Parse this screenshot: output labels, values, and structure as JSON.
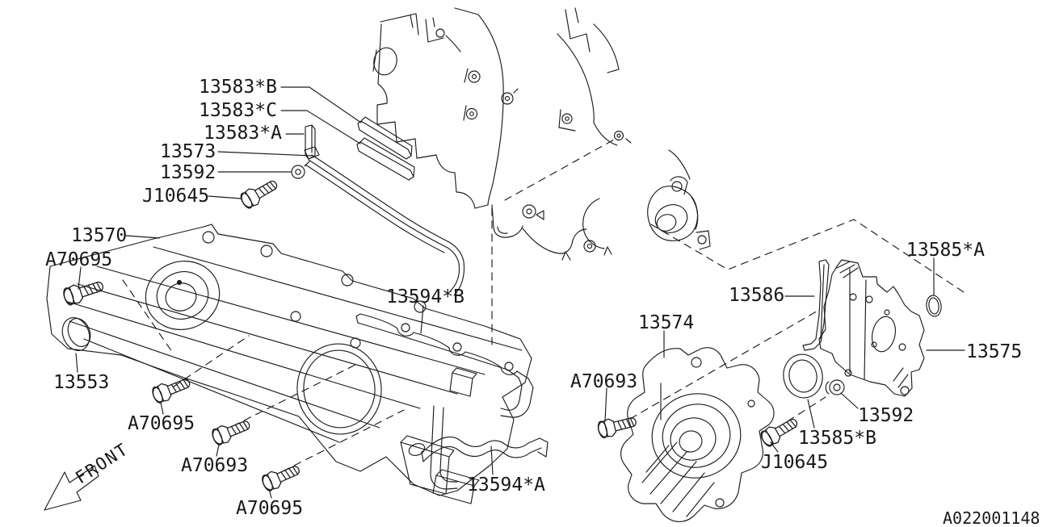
{
  "diagram": {
    "title": "Timing belt cover exploded parts diagram",
    "code": "A022001148",
    "front_label": "FRONT",
    "labels": [
      {
        "id": "13583B",
        "text": "13583*B"
      },
      {
        "id": "13583C",
        "text": "13583*C"
      },
      {
        "id": "13583A",
        "text": "13583*A"
      },
      {
        "id": "13573",
        "text": "13573"
      },
      {
        "id": "13592-1",
        "text": "13592"
      },
      {
        "id": "J10645-1",
        "text": "J10645"
      },
      {
        "id": "13570",
        "text": "13570"
      },
      {
        "id": "A70695-1",
        "text": "A70695"
      },
      {
        "id": "13553",
        "text": "13553"
      },
      {
        "id": "A70695-2",
        "text": "A70695"
      },
      {
        "id": "A70693-1",
        "text": "A70693"
      },
      {
        "id": "A70695-3",
        "text": "A70695"
      },
      {
        "id": "13594B",
        "text": "13594*B"
      },
      {
        "id": "13594A",
        "text": "13594*A"
      },
      {
        "id": "13574",
        "text": "13574"
      },
      {
        "id": "A70693-2",
        "text": "A70693"
      },
      {
        "id": "J10645-2",
        "text": "J10645"
      },
      {
        "id": "13592-2",
        "text": "13592"
      },
      {
        "id": "13585B",
        "text": "13585*B"
      },
      {
        "id": "13586",
        "text": "13586"
      },
      {
        "id": "13585A",
        "text": "13585*A"
      },
      {
        "id": "13575",
        "text": "13575"
      }
    ],
    "line_color": "#1c1c1c"
  }
}
